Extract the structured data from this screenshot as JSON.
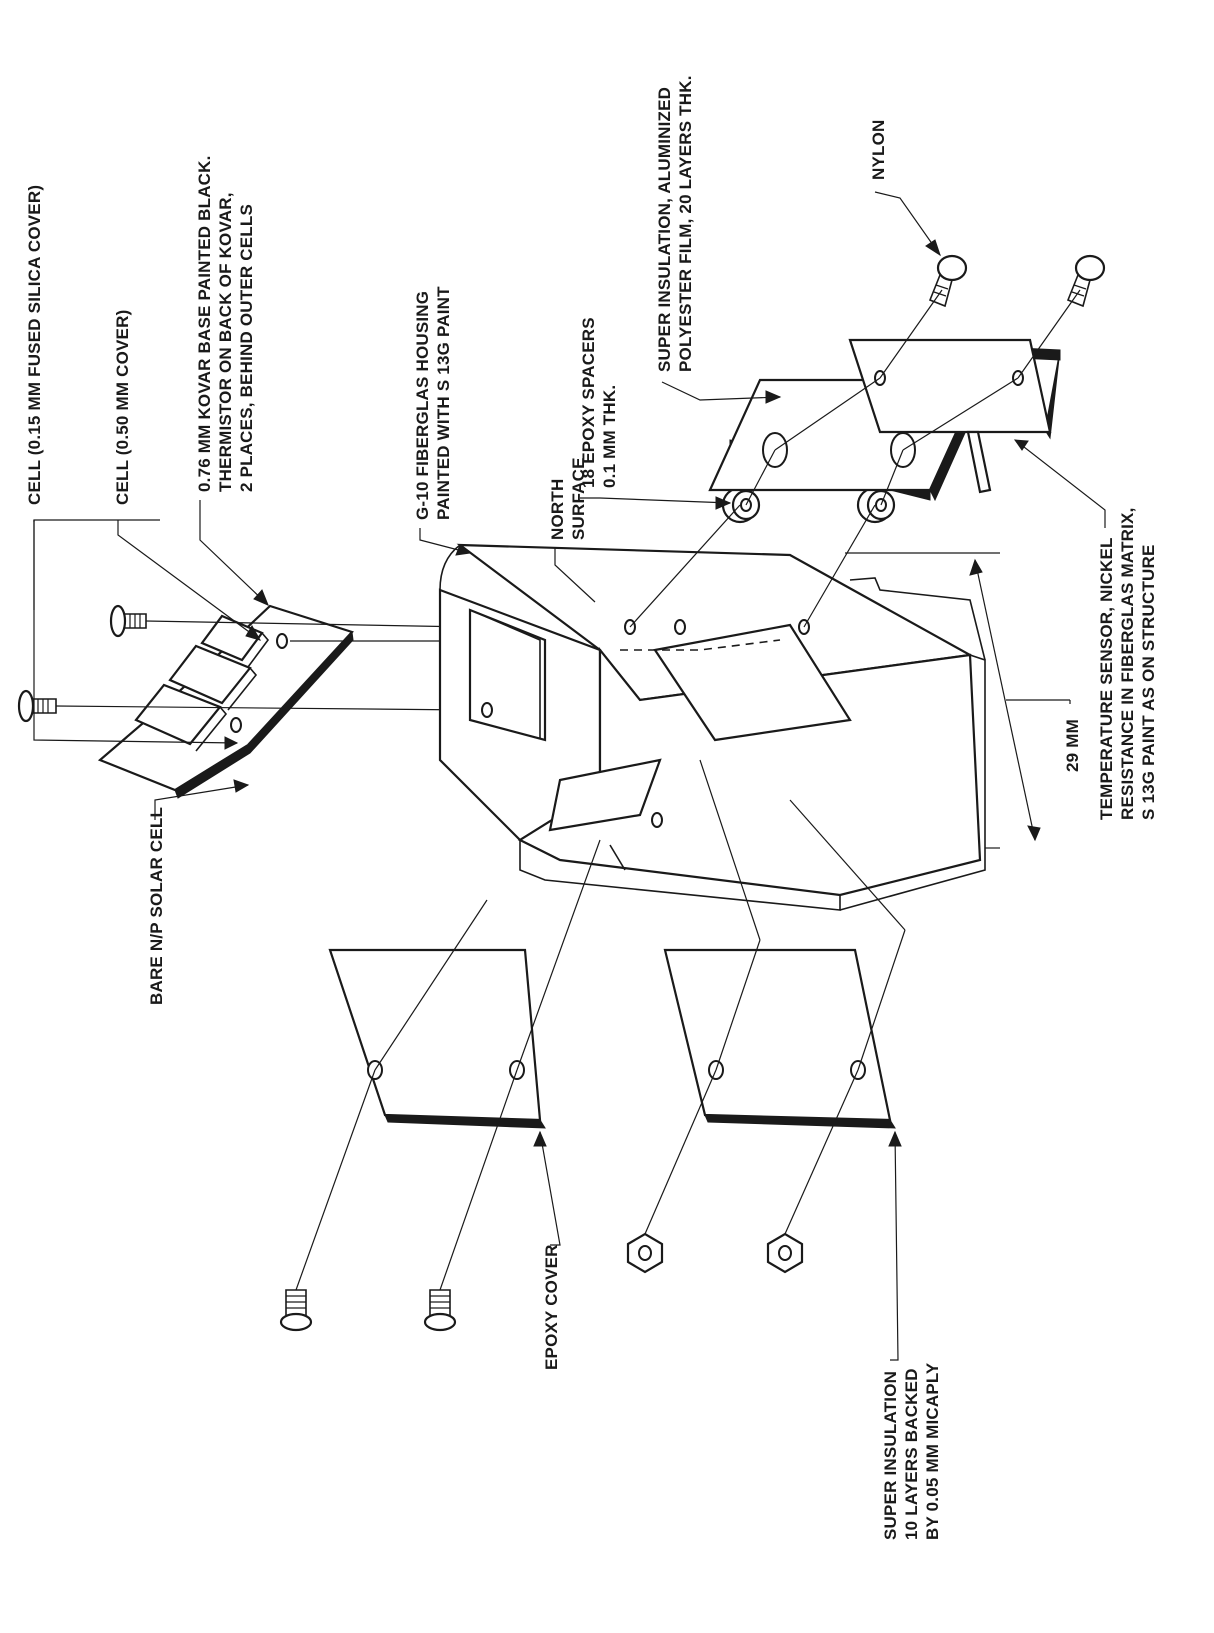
{
  "labels": {
    "cell_015": "CELL (0.15 MM FUSED SILICA COVER)",
    "cell_050": "CELL (0.50 MM COVER)",
    "kovar_1": "0.76 MM KOVAR BASE PAINTED BLACK.",
    "kovar_2": "THERMISTOR ON BACK OF KOVAR,",
    "kovar_3": "2 PLACES, BEHIND OUTER CELLS",
    "g10_1": "G-10 FIBERGLAS HOUSING",
    "g10_2": "PAINTED WITH S 13G PAINT",
    "north_1": "NORTH",
    "north_2": "SURFACE",
    "spacers_1": "18 EPOXY SPACERS",
    "spacers_2": "0.1 MM THK.",
    "superins_1": "SUPER INSULATION, ALUMINIZED",
    "superins_2": "POLYESTER FILM, 20 LAYERS THK.",
    "nylon": "NYLON",
    "temp_1": "TEMPERATURE SENSOR, NICKEL",
    "temp_2": "RESISTANCE IN FIBERGLAS MATRIX,",
    "temp_3": "S 13G PAINT AS ON STRUCTURE",
    "dim_29": "29 MM",
    "bare_cell": "BARE N/P SOLAR CELL",
    "epoxy_cover": "EPOXY COVER",
    "superins10_1": "SUPER INSULATION",
    "superins10_2": "10 LAYERS BACKED",
    "superins10_3": "BY 0.05 MM MICAPLY"
  }
}
